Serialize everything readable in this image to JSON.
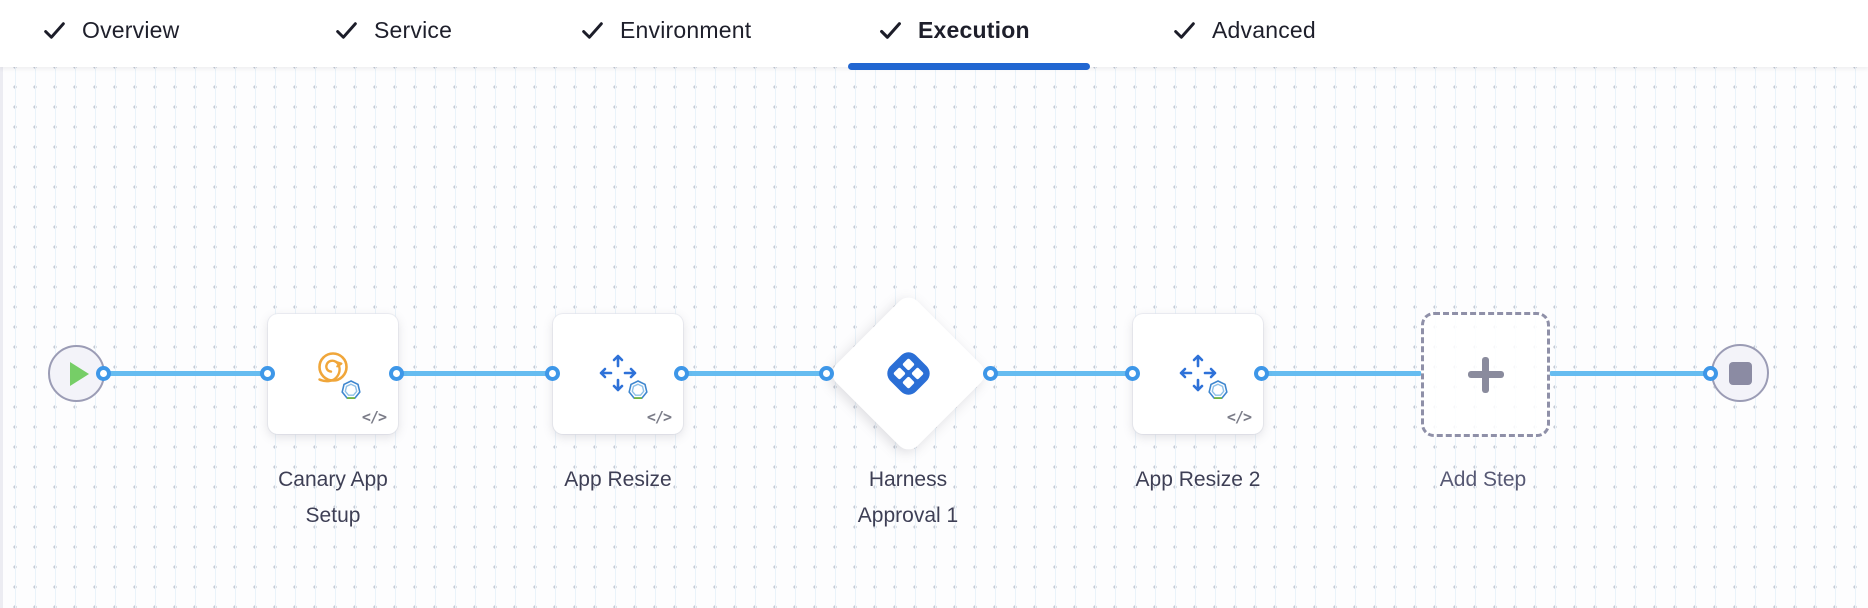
{
  "tabs": [
    {
      "label": "Overview",
      "checked": true,
      "active": false
    },
    {
      "label": "Service",
      "checked": true,
      "active": false
    },
    {
      "label": "Environment",
      "checked": true,
      "active": false
    },
    {
      "label": "Execution",
      "checked": true,
      "active": true
    },
    {
      "label": "Advanced",
      "checked": true,
      "active": false
    }
  ],
  "canvas": {
    "start_node": {
      "icon": "play-icon"
    },
    "end_node": {
      "icon": "stop-icon"
    },
    "steps": [
      {
        "label": "Canary App Setup",
        "icon": "canary-icon",
        "shape": "card",
        "has_template_code_badge": true
      },
      {
        "label": "App Resize",
        "icon": "resize-arrows-icon",
        "shape": "card",
        "has_template_code_badge": true
      },
      {
        "label": "Harness Approval 1",
        "icon": "harness-approval-icon",
        "shape": "diamond",
        "has_template_code_badge": false
      },
      {
        "label": "App Resize 2",
        "icon": "resize-arrows-icon",
        "shape": "card",
        "has_template_code_badge": true
      },
      {
        "label": "Add Step",
        "icon": "plus-icon",
        "shape": "dashed-add",
        "has_template_code_badge": false
      }
    ]
  },
  "icons": {
    "code_glyph": "</>"
  },
  "colors": {
    "active_tab_underline": "#2166d1",
    "flow_line": "#66bcf0",
    "connector_ring": "#3e97e8",
    "canary_orange": "#f0a63a",
    "step_icon_blue": "#2e71d8",
    "harness_logo_blue": "#2b6fd6",
    "play_green": "#76ce67",
    "stop_gray": "#8b8ba3",
    "node_border_gray": "#9b9cb5",
    "label_text": "#3e3f55"
  }
}
